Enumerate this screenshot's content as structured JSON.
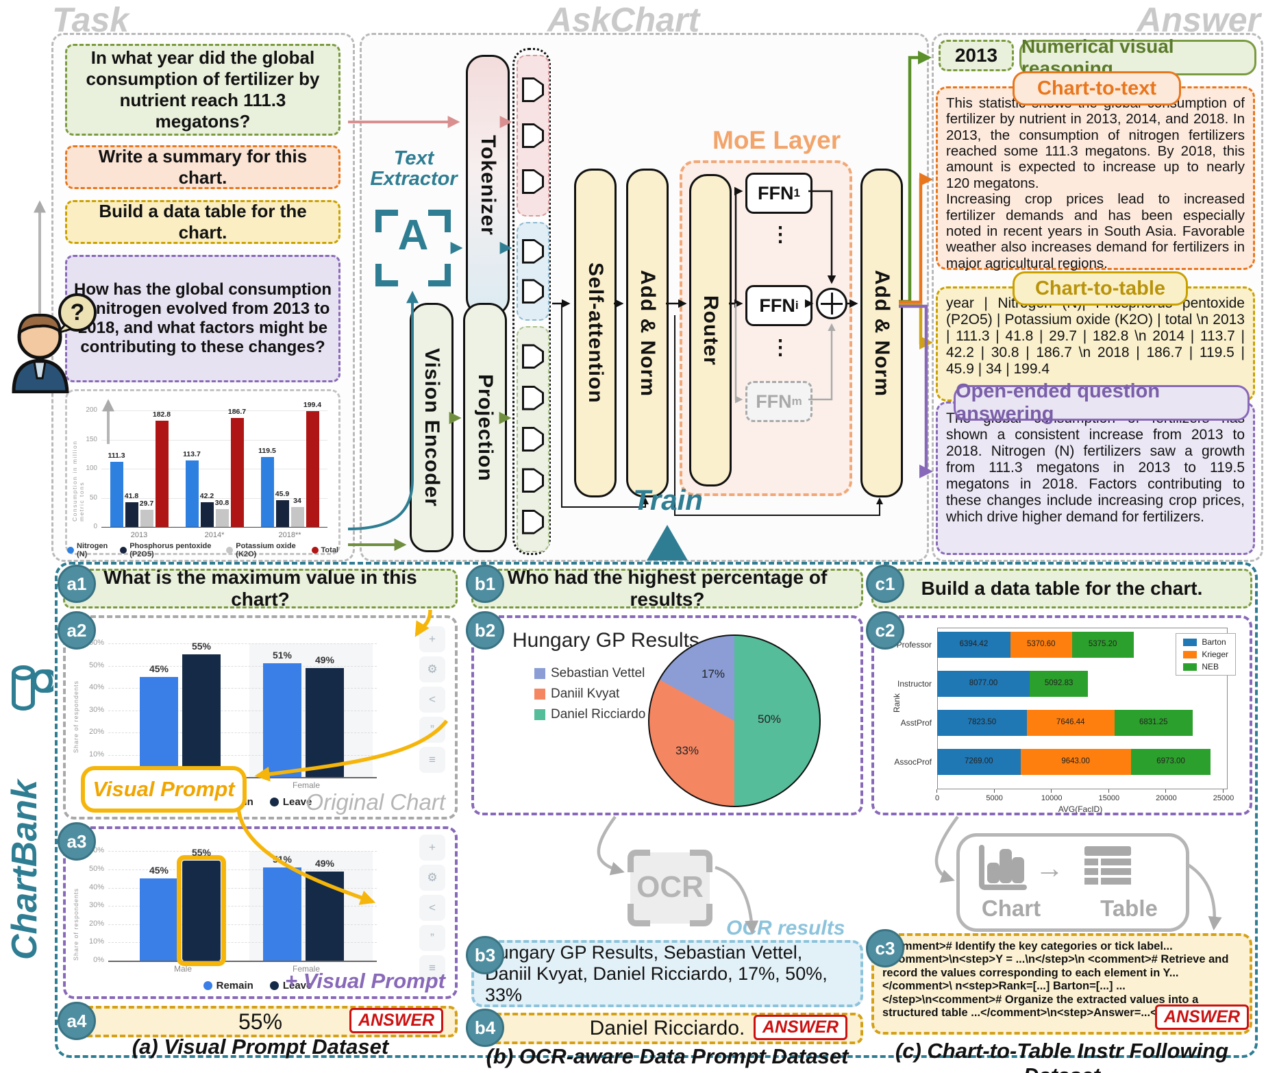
{
  "headers": {
    "task": "Task",
    "askchart": "AskChart",
    "answer": "Answer",
    "train": "Train",
    "chartbank": "ChartBank"
  },
  "task": {
    "questions": [
      {
        "text": "In what year did the global consumption of fertilizer by nutrient reach 111.3 megatons?"
      },
      {
        "text": "Write a summary for this chart."
      },
      {
        "text": "Build a data table for the chart."
      },
      {
        "text": "How has the global consumption of nitrogen evolved from 2013 to 2018, and what factors might be contributing to these changes?"
      }
    ],
    "question_mark": "?"
  },
  "architecture": {
    "text_extractor": "Text Extractor",
    "extractor_glyph": "A",
    "tokenizer": "Tokenizer",
    "vision_encoder": "Vision Encoder",
    "projection": "Projection",
    "self_attention": "Self-attention",
    "add_norm": "Add & Norm",
    "moe_layer": "MoE Layer",
    "router": "Router",
    "ffn": "FFN",
    "ffn_subs": [
      "1",
      "i",
      "m"
    ],
    "dots": "⋮",
    "add_norm2": "Add & Norm"
  },
  "answer": {
    "nvr_value": "2013",
    "nvr_label": "Numerical visual reasoning",
    "chart_to_text_label": "Chart-to-text",
    "chart_to_text_body": "This statistic shows the global consumption of fertilizer by nutrient in 2013, 2014, and 2018. In 2013, the consumption of nitrogen fertilizers reached some 111.3 megatons. By 2018, this amount is expected to increase up to nearly 120 megatons.\nIncreasing crop prices lead to increased fertilizer demands and has been especially noted in recent years in South Asia. Favorable weather also increases demand for fertilizers in major agricultural regions.",
    "chart_to_table_label": "Chart-to-table",
    "chart_to_table_body": "year | Nitrogen (N)| Phosphorus pentoxide (P2O5) | Potassium oxide (K2O) | total \\n 2013 | 111.3 | 41.8 | 29.7 | 182.8 \\n 2014 | 113.7 | 42.2 | 30.8 | 186.7 \\n 2018 | 186.7 | 119.5 | 45.9 | 34 | 199.4",
    "open_ended_label": "Open-ended question answering",
    "open_ended_body": "The global consumption of fertilizers has shown a consistent increase from 2013 to 2018. Nitrogen (N) fertilizers saw a growth from 111.3 megatons in 2013 to 119.5 megatons in 2018. Factors contributing to these changes include increasing crop prices, which drive higher demand for fertilizers."
  },
  "chartbank": {
    "a": {
      "labels": [
        "a1",
        "a2",
        "a3",
        "a4"
      ],
      "question": "What is the maximum value in this chart?",
      "visual_prompt": "Visual Prompt",
      "original_chart": "Original Chart",
      "plus_visual_prompt": "+ Visual Prompt",
      "answer": "55%",
      "answer_badge": "ANSWER",
      "caption": "(a) Visual Prompt Dataset"
    },
    "b": {
      "labels": [
        "b1",
        "b2",
        "b3",
        "b4"
      ],
      "question": "Who had the highest percentage of results?",
      "ocr": "OCR",
      "ocr_results": "OCR results",
      "ocr_text": "Hungary GP Results, Sebastian Vettel, Daniil Kvyat, Daniel Ricciardo, 17%, 50%, 33%",
      "answer": "Daniel Ricciardo.",
      "answer_badge": "ANSWER",
      "caption": "(b) OCR-aware Data Prompt Dataset"
    },
    "c": {
      "labels": [
        "c1",
        "c2",
        "c3"
      ],
      "question": "Build a data table for the chart.",
      "chart_label": "Chart",
      "table_label": "Table",
      "instr_text": "<comment># Identify the key categories or tick label...</comment>\\n<step>Y = ...\\n</step>\\n <comment># Retrieve and record the values corresponding to each element in Y...</comment>\\ n<step>Rank=[...] Barton=[...] ...</step>\\n<comment># Organize the extracted values into a structured table ...</comment>\\n<step>Answer=...</step>",
      "answer_badge": "ANSWER",
      "caption": "(c) Chart-to-Table Instr Following Dataset"
    }
  },
  "chart_data": [
    {
      "id": "fertilizer",
      "type": "bar",
      "categories": [
        "2013",
        "2014*",
        "2018**"
      ],
      "series": [
        {
          "name": "Nitrogen (N)",
          "color": "#2d7fe0",
          "values": [
            111.3,
            113.7,
            119.5
          ]
        },
        {
          "name": "Phosphorus pentoxide (P2O5)",
          "color": "#16243d",
          "values": [
            41.8,
            42.2,
            45.9
          ]
        },
        {
          "name": "Potassium oxide (K2O)",
          "color": "#c6c6c6",
          "values": [
            29.7,
            30.8,
            34
          ]
        },
        {
          "name": "Total",
          "color": "#b01515",
          "values": [
            182.8,
            186.7,
            199.4
          ]
        }
      ],
      "ylabel": "Consumption in million metric tons",
      "yticks": [
        0,
        50,
        100,
        150,
        200
      ],
      "ylim": [
        0,
        200
      ],
      "grid": true,
      "legend_position": "bottom"
    },
    {
      "id": "survey",
      "type": "bar",
      "categories": [
        "Male",
        "Female"
      ],
      "series": [
        {
          "name": "Remain",
          "color": "#3a7ee8",
          "values": [
            45,
            51
          ]
        },
        {
          "name": "Leave",
          "color": "#152a46",
          "values": [
            55,
            49
          ]
        }
      ],
      "ylabel": "Share of respondents",
      "yticks": [
        "0%",
        "10%",
        "20%",
        "30%",
        "40%",
        "50%",
        "60%"
      ],
      "ylim": [
        0,
        60
      ],
      "value_suffix": "%",
      "grid": true,
      "legend_position": "bottom",
      "highlight": {
        "category": "Male",
        "series": "Leave"
      },
      "toolbar_icons": [
        "pin-icon",
        "gear-icon",
        "share-icon",
        "quote-icon",
        "print-icon"
      ]
    },
    {
      "id": "hungary",
      "type": "pie",
      "title": "Hungary GP Results",
      "labels": [
        "Sebastian Vettel",
        "Daniil Kvyat",
        "Daniel Ricciardo"
      ],
      "values": [
        17,
        33,
        50
      ],
      "colors": [
        "#8b9dd4",
        "#f58662",
        "#55bd99"
      ],
      "value_suffix": "%",
      "legend_position": "left"
    },
    {
      "id": "facid",
      "type": "stacked-bar-h",
      "categories": [
        "Professor",
        "Instructor",
        "AsstProf",
        "AssocProf"
      ],
      "series": [
        {
          "name": "Barton",
          "color": "#1f77b4",
          "values": [
            6394.42,
            8077.0,
            7823.5,
            7269.0
          ]
        },
        {
          "name": "Krieger",
          "color": "#ff7f0e",
          "values": [
            5370.6,
            0,
            7646.44,
            9643.0
          ]
        },
        {
          "name": "NEB",
          "color": "#2ca02c",
          "values": [
            5375.2,
            5092.83,
            6831.25,
            6973.0
          ]
        }
      ],
      "value_labels": [
        [
          "6394.42",
          "5370.60",
          "5375.20"
        ],
        [
          "8077.00",
          "",
          "5092.83"
        ],
        [
          "7823.50",
          "7646.44",
          "6831.25"
        ],
        [
          "7269.00",
          "9643.00",
          "6973.00"
        ]
      ],
      "xlabel": "AVG(FacID)",
      "ylabel": "Rank",
      "xticks": [
        0,
        5000,
        10000,
        15000,
        20000,
        25000
      ],
      "xlim": [
        0,
        25000
      ],
      "legend_position": "top-right"
    }
  ]
}
